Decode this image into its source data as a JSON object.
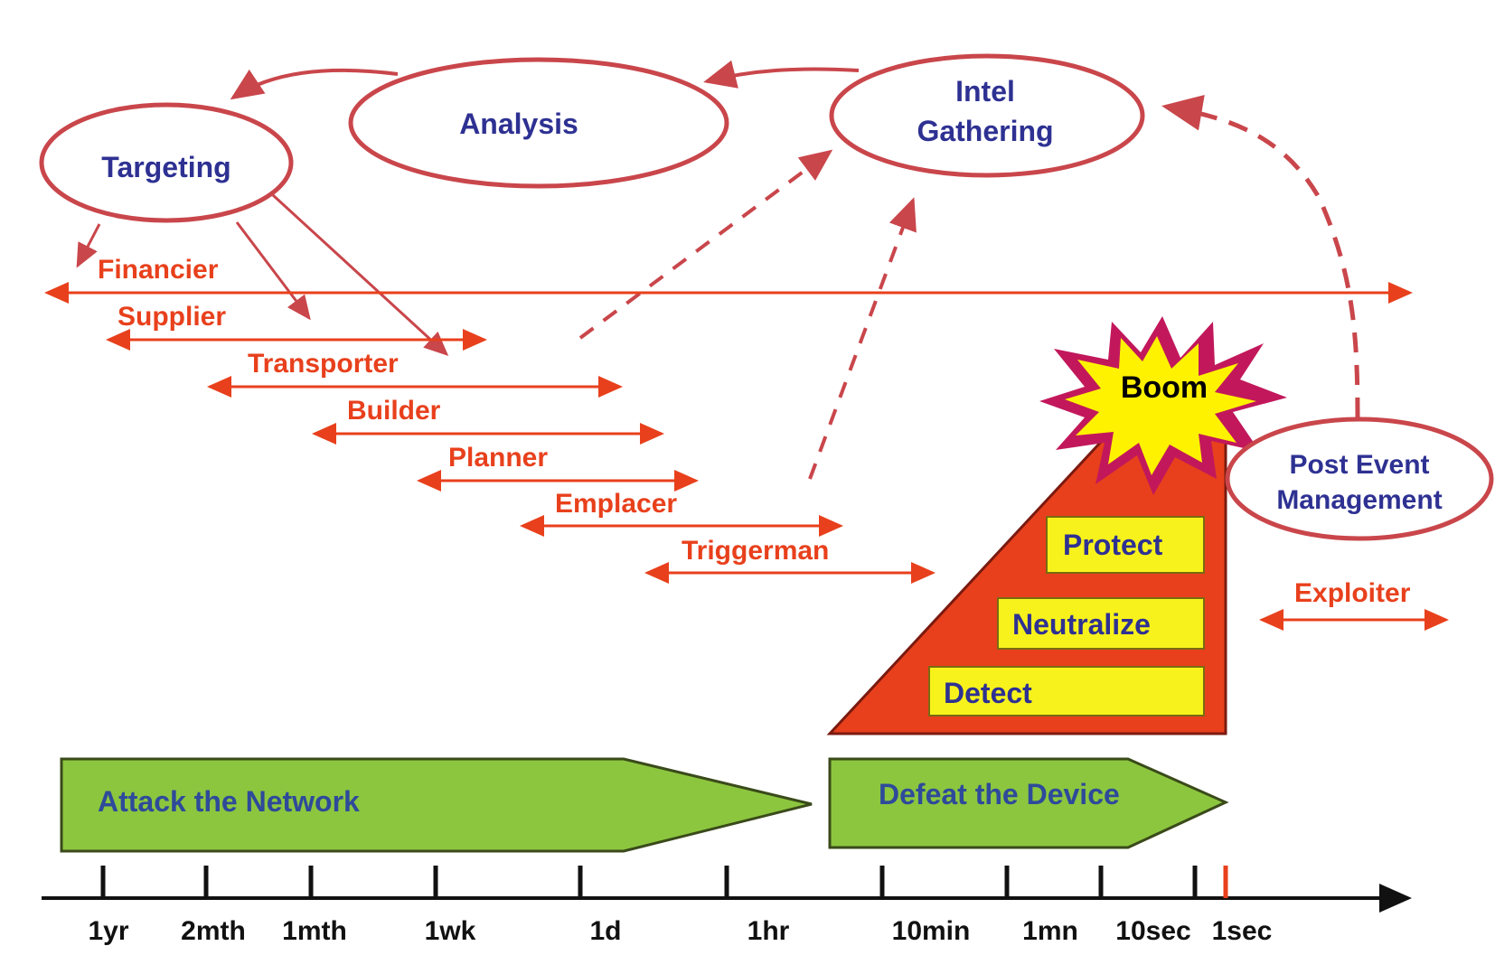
{
  "colors": {
    "oval_stroke": "#c9464b",
    "oval_text": "#2e3192",
    "role_red": "#e8401c",
    "triangle_red": "#e8401c",
    "box_yellow": "#f7f21c",
    "band_green": "#8cc63f",
    "axis_black": "#111111",
    "current_tick": "#e8401c",
    "boom_yellow": "#fff200",
    "boom_magenta": "#c2185b"
  },
  "ovals": {
    "targeting": "Targeting",
    "analysis": "Analysis",
    "intel_line1": "Intel",
    "intel_line2": "Gathering",
    "post_line1": "Post Event",
    "post_line2": "Management"
  },
  "roles": [
    "Financier",
    "Supplier",
    "Transporter",
    "Builder",
    "Planner",
    "Emplacer",
    "Triggerman"
  ],
  "exploiter": "Exploiter",
  "boom": "Boom",
  "defeat_boxes": [
    "Protect",
    "Neutralize",
    "Detect"
  ],
  "bands": {
    "network": "Attack the Network",
    "device": "Defeat the Device"
  },
  "timeline": [
    "1yr",
    "2mth",
    "1mth",
    "1wk",
    "1d",
    "1hr",
    "10min",
    "1mn",
    "10sec",
    "1sec"
  ]
}
